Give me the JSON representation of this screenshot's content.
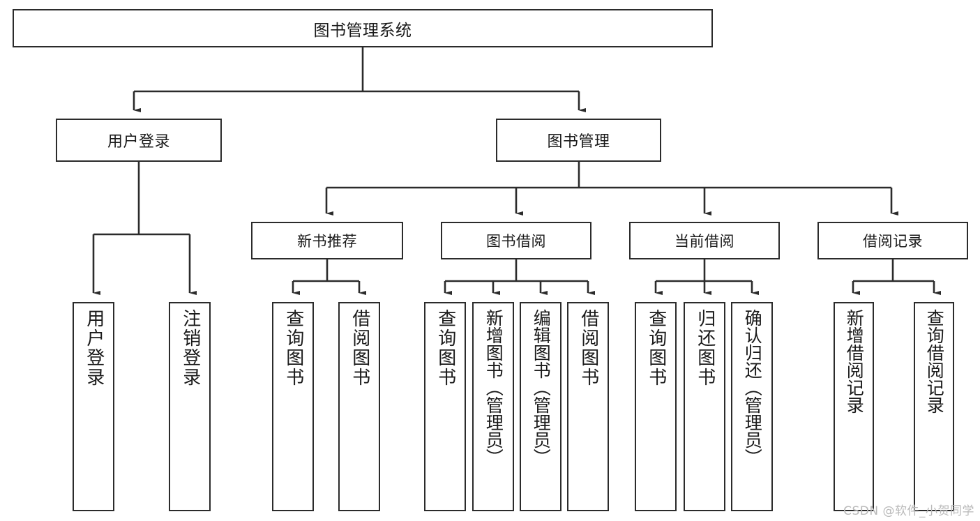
{
  "diagram": {
    "title": "图书管理系统",
    "type": "hierarchy-tree",
    "watermark": "CSDN @软件_小贺同学",
    "colors": {
      "stroke": "#2b2b2b",
      "fill": "#ffffff",
      "text": "#1a1a1a",
      "watermark": "#b9b9b9"
    },
    "nodes": {
      "root": {
        "label": "图书管理系统"
      },
      "level1": [
        {
          "label": "用户登录"
        },
        {
          "label": "图书管理"
        }
      ],
      "level2": [
        {
          "label": "新书推荐"
        },
        {
          "label": "图书借阅"
        },
        {
          "label": "当前借阅"
        },
        {
          "label": "借阅记录"
        }
      ],
      "leaves": {
        "user_login": [
          {
            "label": "用户登录"
          },
          {
            "label": "注销登录"
          }
        ],
        "new_book": [
          {
            "label": "查询图书"
          },
          {
            "label": "借阅图书"
          }
        ],
        "book_borrow": [
          {
            "label": "查询图书"
          },
          {
            "label": "新增图书（管理员）"
          },
          {
            "label": "编辑图书（管理员）"
          },
          {
            "label": "借阅图书"
          }
        ],
        "current_borrow": [
          {
            "label": "查询图书"
          },
          {
            "label": "归还图书"
          },
          {
            "label": "确认归还（管理员）"
          }
        ],
        "borrow_record": [
          {
            "label": "新增借阅记录"
          },
          {
            "label": "查询借阅记录"
          }
        ]
      }
    }
  }
}
